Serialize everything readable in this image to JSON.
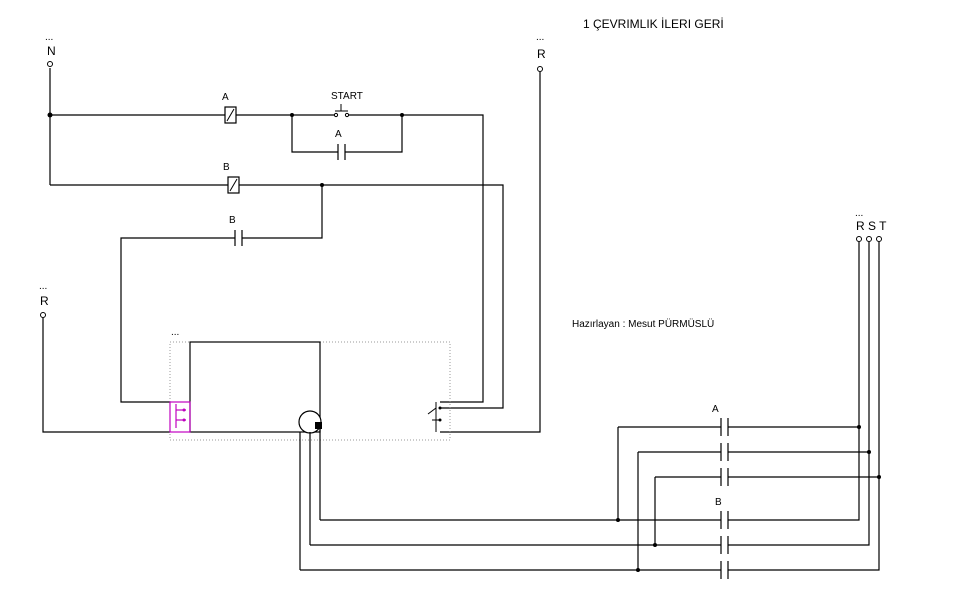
{
  "diagram": {
    "title": "1 ÇEVRIMLIK İLERI GERİ",
    "author": "Hazırlayan : Mesut PÜRMÜSLÜ",
    "terminals": {
      "n_top": "N",
      "r_top": "R",
      "r_left": "R",
      "rst": "R S T",
      "ellipsis": "..."
    },
    "labels": {
      "coil_a": "A",
      "coil_b": "B",
      "start": "START",
      "contact_a_seal": "A",
      "contact_b_seal": "B",
      "power_a": "A",
      "power_b": "B"
    }
  }
}
